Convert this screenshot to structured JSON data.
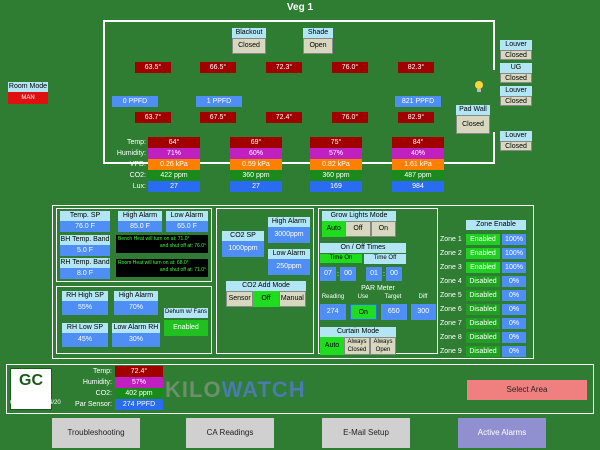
{
  "header": {
    "title": "Veg 1"
  },
  "room_mode": {
    "label": "Room Mode",
    "value": "MAN"
  },
  "blackout": {
    "label": "Blackout",
    "state": "Closed"
  },
  "shade": {
    "label": "Shade",
    "state": "Open"
  },
  "louvers": [
    {
      "label": "Louver",
      "state": "Closed"
    },
    {
      "label": "UG",
      "state": "Closed"
    },
    {
      "label": "Louver",
      "state": "Closed"
    },
    {
      "label": "Louver",
      "state": "Closed"
    }
  ],
  "pad_wall": {
    "label": "Pad Wall",
    "state": "Closed"
  },
  "top_temps": [
    "63.5°",
    "66.5°",
    "72.3°",
    "76.0°",
    "82.3°"
  ],
  "ppfd": [
    "0 PPFD",
    "1 PPFD",
    "821 PPFD"
  ],
  "mid_temps": [
    "63.7°",
    "67.5°",
    "72.4°",
    "76.0°",
    "82.9°"
  ],
  "sensor_labels": {
    "temp": "Temp:",
    "humidity": "Humidity:",
    "vpd": "VPD:",
    "co2": "CO2:",
    "lux": "Lux:"
  },
  "sensors": [
    {
      "temp": "64°",
      "humidity": "71%",
      "vpd": "0.26 kPa",
      "co2": "422 ppm",
      "lux": "27"
    },
    {
      "temp": "69°",
      "humidity": "60%",
      "vpd": "0.59 kPa",
      "co2": "360 ppm",
      "lux": "27"
    },
    {
      "temp": "75°",
      "humidity": "57%",
      "vpd": "0.82 kPa",
      "co2": "360 ppm",
      "lux": "169"
    },
    {
      "temp": "84°",
      "humidity": "40%",
      "vpd": "1.61 kPa",
      "co2": "487 ppm",
      "lux": "984"
    }
  ],
  "temp_panel": {
    "temp_sp_label": "Temp. SP",
    "temp_sp": "76.0 F",
    "high_alarm_label": "High Alarm",
    "high_alarm": "85.0 F",
    "low_alarm_label": "Low Alarm",
    "low_alarm": "65.0 F",
    "bh_band_label": "BH Temp. Band",
    "bh_band": "5.0 F",
    "rh_band_label": "RH Temp. Band",
    "rh_band": "8.0 F",
    "bench_msg1a": "Bench Heat will turn on at: 71.0°",
    "bench_msg1b": "and shut off at: 76.0°",
    "bench_msg2a": "Room Heat will turn on at: 68.0°",
    "bench_msg2b": "and shut off at: 71.0°"
  },
  "rh_panel": {
    "rh_high_label": "RH High SP",
    "rh_high": "55%",
    "high_alarm_label": "High Alarm",
    "high_alarm": "70%",
    "rh_low_label": "RH Low SP",
    "rh_low": "45%",
    "low_alarm_label": "Low Alarm RH",
    "low_alarm": "30%",
    "dehum_label": "Dehum w/ Fans",
    "dehum_state": "Enabled"
  },
  "co2_panel": {
    "sp_label": "CO2 SP",
    "sp": "1000ppm",
    "high_alarm_label": "High Alarm",
    "high_alarm": "3000ppm",
    "low_alarm_label": "Low Alarm",
    "low_alarm": "250ppm",
    "add_mode_label": "CO2 Add Mode",
    "modes": [
      "Sensor",
      "Off",
      "Manual"
    ]
  },
  "grow_lights": {
    "mode_label": "Grow Lights Mode",
    "modes": [
      "Auto",
      "Off",
      "On"
    ],
    "onoff_label": "On / Off Times",
    "time_on_label": "Time On",
    "time_off_label": "Time Off",
    "time_on_h": "07",
    "time_on_m": "00",
    "time_off_h": "01",
    "time_off_m": "00",
    "colon": ":",
    "par_label": "PAR Meter",
    "par_cols": [
      "Reading",
      "Use",
      "Target",
      "Diff"
    ],
    "par_values": [
      "274",
      "On",
      "650",
      "300"
    ],
    "curtain_label": "Curtain Mode",
    "curtain_modes": [
      "Auto",
      "Always Closed",
      "Always Open"
    ]
  },
  "zones": {
    "header": "Zone Enable",
    "items": [
      {
        "label": "Zone 1",
        "state": "Enabled",
        "pct": "100%"
      },
      {
        "label": "Zone 2",
        "state": "Enabled",
        "pct": "100%"
      },
      {
        "label": "Zone 3",
        "state": "Enabled",
        "pct": "100%"
      },
      {
        "label": "Zone 4",
        "state": "Disabled",
        "pct": "0%"
      },
      {
        "label": "Zone 5",
        "state": "Disabled",
        "pct": "0%"
      },
      {
        "label": "Zone 6",
        "state": "Disabled",
        "pct": "0%"
      },
      {
        "label": "Zone 7",
        "state": "Disabled",
        "pct": "0%"
      },
      {
        "label": "Zone 8",
        "state": "Disabled",
        "pct": "0%"
      },
      {
        "label": "Zone 9",
        "state": "Disabled",
        "pct": "0%"
      }
    ]
  },
  "footer": {
    "logo": "GC",
    "datetime": "03:06 PM 01/24/20",
    "temp_label": "Temp:",
    "temp": "72.4°",
    "humidity_label": "Humidity:",
    "humidity": "57%",
    "co2_label": "CO2:",
    "co2": "402 ppm",
    "par_label": "Par Sensor:",
    "par": "274 PPFD",
    "brand_a": "KILO",
    "brand_b": "WATCH",
    "select_area": "Select Area"
  },
  "tabs": [
    "Troubleshooting",
    "CA Readings",
    "E-Mail Setup",
    "Active Alarms"
  ]
}
